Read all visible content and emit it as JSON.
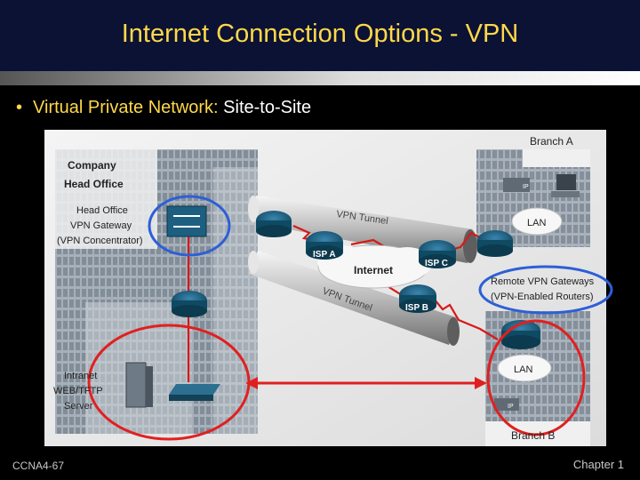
{
  "title": "Internet Connection Options - VPN",
  "bullet": {
    "label": "Virtual Private Network:",
    "value": "Site-to-Site"
  },
  "diagram": {
    "branch_a": "Branch A",
    "branch_b": "Branch B",
    "company_line1": "Company",
    "company_line2": "Head Office",
    "gw_line1": "Head Office",
    "gw_line2": "VPN Gateway",
    "gw_line3": "(VPN Concentrator)",
    "tunnel_top": "VPN Tunnel",
    "tunnel_bottom": "VPN Tunnel",
    "isp_a": "ISP A",
    "isp_b": "ISP B",
    "isp_c": "ISP C",
    "internet": "Internet",
    "lan_a": "LAN",
    "lan_b": "LAN",
    "remote_line1": "Remote VPN Gateways",
    "remote_line2": "(VPN-Enabled Routers)",
    "server_line1": "Intranet",
    "server_line2": "WEB/TFTP",
    "server_line3": "Server",
    "ip_a": "IP",
    "ip_b": "IP"
  },
  "colors": {
    "title": "#ffd84a",
    "highlight_red": "#e02020",
    "highlight_blue": "#2d5fd6",
    "wan_red": "#d81818"
  },
  "footer": {
    "left": "CCNA4-67",
    "right": "Chapter 1"
  }
}
